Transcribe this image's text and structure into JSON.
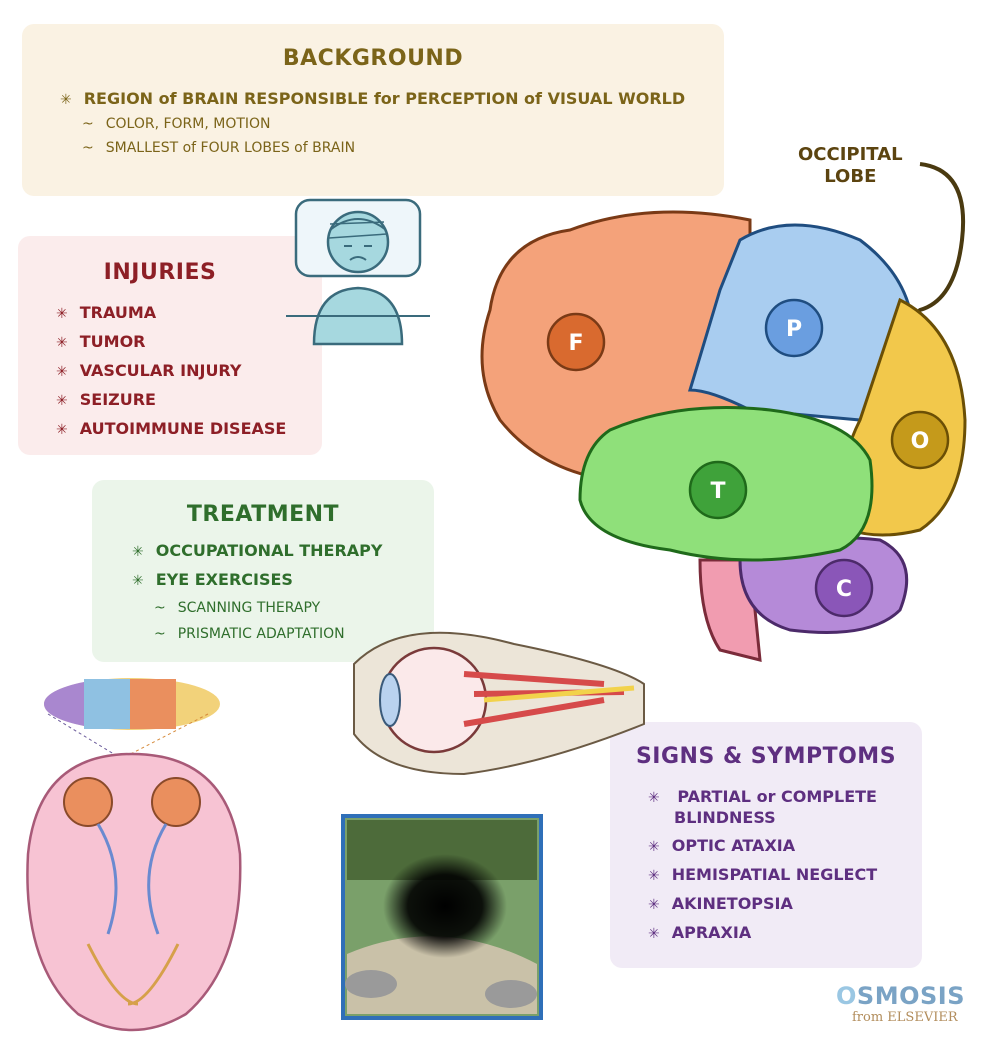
{
  "background": {
    "title": "BACKGROUND",
    "main_item": "REGION of BRAIN RESPONSIBLE for PERCEPTION of VISUAL WORLD",
    "sub_items": [
      "COLOR, FORM, MOTION",
      "SMALLEST of FOUR LOBES of BRAIN"
    ]
  },
  "injuries": {
    "title": "INJURIES",
    "items": [
      "TRAUMA",
      "TUMOR",
      "VASCULAR INJURY",
      "SEIZURE",
      "AUTOIMMUNE DISEASE"
    ]
  },
  "treatment": {
    "title": "TREATMENT",
    "items": [
      "OCCUPATIONAL THERAPY",
      "EYE EXERCISES"
    ],
    "sub_items": [
      "SCANNING THERAPY",
      "PRISMATIC ADAPTATION"
    ]
  },
  "signs": {
    "title": "SIGNS & SYMPTOMS",
    "items": [
      "PARTIAL or COMPLETE",
      "OPTIC ATAXIA",
      "HEMISPATIAL NEGLECT",
      "AKINETOPSIA",
      "APRAXIA"
    ],
    "item0_cont": "BLINDNESS"
  },
  "brain": {
    "occipital_label_line1": "OCCIPITAL",
    "occipital_label_line2": "LOBE",
    "lobes": {
      "frontal": "F",
      "parietal": "P",
      "occipital": "O",
      "temporal": "T",
      "cerebellum": "C"
    }
  },
  "colors": {
    "frontal": "#f4a27a",
    "parietal": "#a9cdf0",
    "occipital": "#f2c84b",
    "temporal": "#8fe07a",
    "cerebellum": "#b58ad8",
    "brainstem": "#f19cb0"
  },
  "logo": {
    "name_o": "O",
    "name_rest": "SMOSIS",
    "sub": "from ELSEVIER"
  }
}
